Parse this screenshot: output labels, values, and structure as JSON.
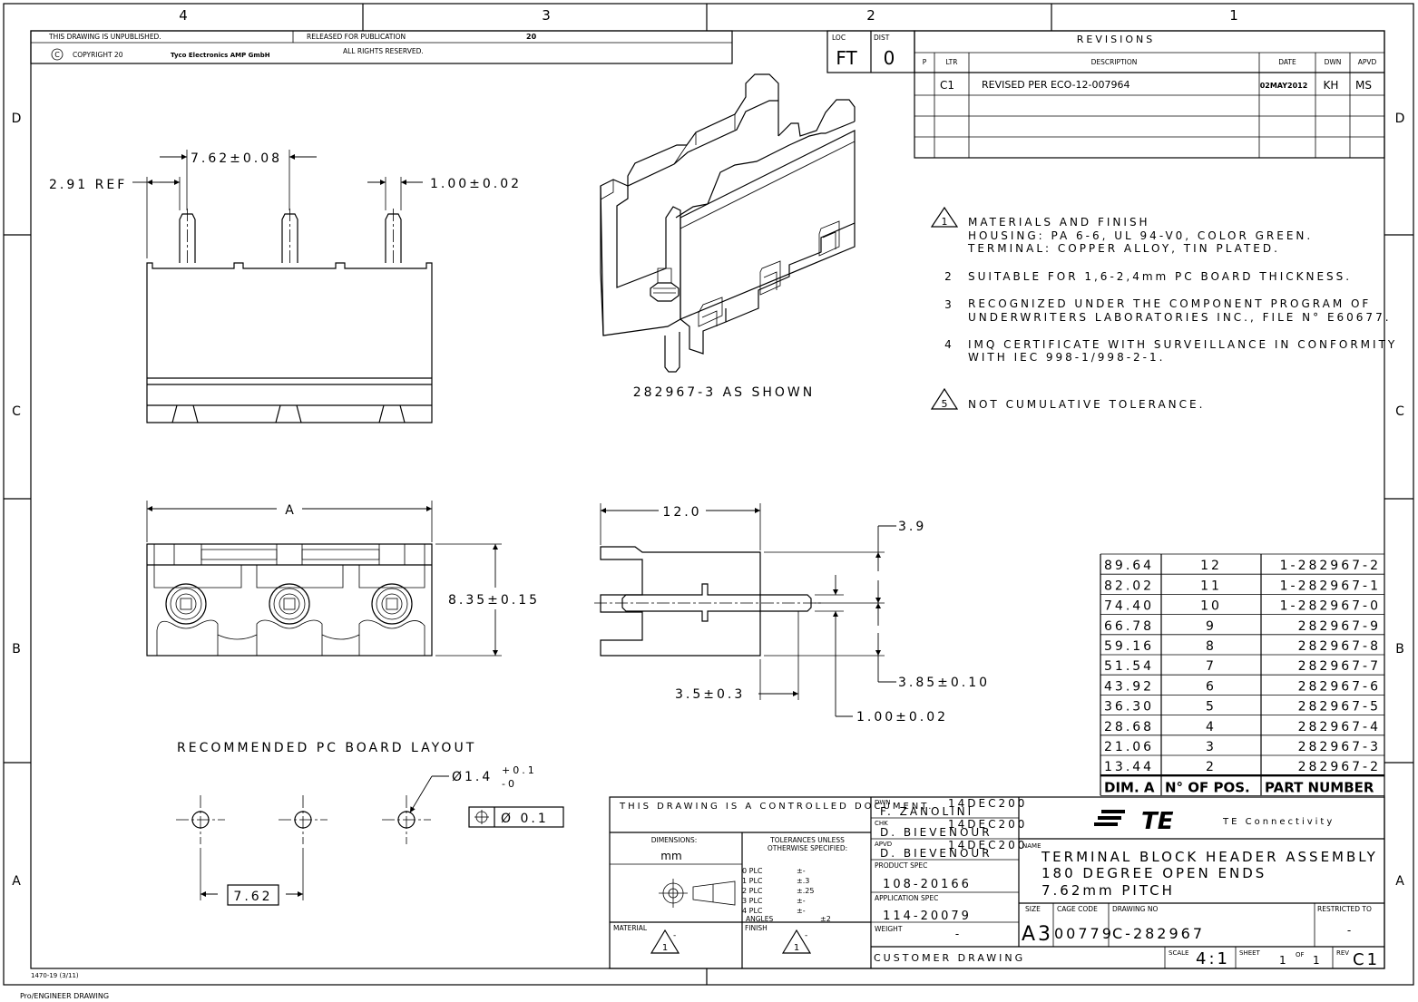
{
  "title_strip": {
    "unpublished": "THIS DRAWING IS UNPUBLISHED.",
    "released": "RELEASED FOR PUBLICATION",
    "released_year": "20",
    "copyright": "COPYRIGHT 20",
    "company": "Tyco Electronics AMP GmbH",
    "rights": "ALL RIGHTS RESERVED.",
    "loc_label": "LOC",
    "loc_value": "FT",
    "dist_label": "DIST",
    "dist_value": "0"
  },
  "zones": {
    "columns": [
      "4",
      "3",
      "2",
      "1"
    ],
    "rows": [
      "D",
      "C",
      "B",
      "A"
    ]
  },
  "revisions": {
    "title": "REVISIONS",
    "headers": [
      "P",
      "LTR",
      "DESCRIPTION",
      "DATE",
      "DWN",
      "APVD"
    ],
    "rows": [
      {
        "ltr": "C1",
        "description": "REVISED PER ECO-12-007964",
        "date": "02MAY2012",
        "dwn": "KH",
        "apvd": "MS"
      }
    ]
  },
  "notes": [
    {
      "num": "1",
      "flag": true,
      "lines": [
        "MATERIALS AND FINISH",
        "HOUSING: PA 6-6, UL 94-V0, COLOR GREEN.",
        "TERMINAL: COPPER ALLOY, TIN PLATED."
      ]
    },
    {
      "num": "2",
      "flag": false,
      "lines": [
        "SUITABLE FOR 1,6-2,4mm PC BOARD THICKNESS."
      ]
    },
    {
      "num": "3",
      "flag": false,
      "lines": [
        "RECOGNIZED UNDER THE COMPONENT PROGRAM OF",
        "UNDERWRITERS LABORATORIES INC., FILE N° E60677."
      ]
    },
    {
      "num": "4",
      "flag": false,
      "lines": [
        "IMQ CERTIFICATE WITH SURVEILLANCE IN CONFORMITY",
        "WITH IEC 998-1/998-2-1."
      ]
    },
    {
      "num": "5",
      "flag": true,
      "lines": [
        "NOT CUMULATIVE TOLERANCE."
      ]
    }
  ],
  "dimensions": {
    "pitch": "7.62±0.08",
    "ref": "2.91 REF",
    "pin_width": "1.00±0.02",
    "a": "A",
    "height": "8.35±0.15",
    "depth": "12.0",
    "d39": "3.9",
    "d385": "3.85±0.10",
    "d35": "3.5±0.3",
    "d100": "1.00±0.02",
    "layout_pitch": "7.62",
    "hole_dia": "Ø1.4",
    "hole_tol_plus": "+0.1",
    "hole_tol_minus": "-0",
    "position_tol": "Ø 0.1"
  },
  "labels": {
    "iso_caption": "282967-3 AS SHOWN",
    "layout_title": "RECOMMENDED PC BOARD LAYOUT"
  },
  "parts_table": {
    "headers": [
      "DIM. A",
      "N° OF POS.",
      "PART NUMBER"
    ],
    "rows": [
      [
        "89.64",
        "12",
        "1-282967-2"
      ],
      [
        "82.02",
        "11",
        "1-282967-1"
      ],
      [
        "74.40",
        "10",
        "1-282967-0"
      ],
      [
        "66.78",
        "9",
        "282967-9"
      ],
      [
        "59.16",
        "8",
        "282967-8"
      ],
      [
        "51.54",
        "7",
        "282967-7"
      ],
      [
        "43.92",
        "6",
        "282967-6"
      ],
      [
        "36.30",
        "5",
        "282967-5"
      ],
      [
        "28.68",
        "4",
        "282967-4"
      ],
      [
        "21.06",
        "3",
        "282967-3"
      ],
      [
        "13.44",
        "2",
        "282967-2"
      ]
    ]
  },
  "title_block": {
    "controlled": "THIS DRAWING IS A CONTROLLED DOCUMENT.",
    "dimensions_label": "DIMENSIONS:",
    "dimensions_unit": "mm",
    "tolerances_label_1": "TOLERANCES UNLESS",
    "tolerances_label_2": "OTHERWISE SPECIFIED:",
    "tolerances": [
      {
        "plc": "0 PLC",
        "val": "±-"
      },
      {
        "plc": "1 PLC",
        "val": "±.3"
      },
      {
        "plc": "2 PLC",
        "val": "±.25"
      },
      {
        "plc": "3 PLC",
        "val": "±-"
      },
      {
        "plc": "4 PLC",
        "val": "±-"
      }
    ],
    "angles_label": "ANGLES",
    "angles_value": "±2",
    "material_label": "MATERIAL",
    "finish_label": "FINISH",
    "material_flag": "1",
    "finish_flag": "1",
    "dwn_label": "DWN",
    "dwn_name": "F. ZANOLINI",
    "dwn_date": "14DEC200",
    "chk_label": "CHK",
    "chk_name": "D. BIEVENOUR",
    "chk_date": "14DEC200",
    "apvd_label": "APVD",
    "apvd_name": "D. BIEVENOUR",
    "apvd_date": "14DEC200",
    "product_spec_label": "PRODUCT SPEC",
    "product_spec": "108-20166",
    "application_spec_label": "APPLICATION SPEC",
    "application_spec": "114-20079",
    "weight_label": "WEIGHT",
    "weight": "-",
    "customer": "CUSTOMER DRAWING",
    "company": "TE Connectivity",
    "logo": "TE",
    "name_label": "NAME",
    "name_lines": [
      "TERMINAL BLOCK HEADER ASSEMBLY",
      "180 DEGREE OPEN ENDS",
      "7.62mm PITCH"
    ],
    "size_label": "SIZE",
    "size": "A3",
    "cage_label": "CAGE CODE",
    "cage": "00779",
    "drawing_no_label": "DRAWING NO",
    "drawing_no": "C-282967",
    "restricted_label": "RESTRICTED TO",
    "restricted": "-",
    "scale_label": "SCALE",
    "scale": "4:1",
    "sheet_label": "SHEET",
    "sheet": "1",
    "of_label": "OF",
    "of": "1",
    "rev_label": "REV",
    "rev": "C1"
  },
  "footer": {
    "form": "1470-19 (3/11)",
    "software": "Pro/ENGINEER DRAWING"
  }
}
